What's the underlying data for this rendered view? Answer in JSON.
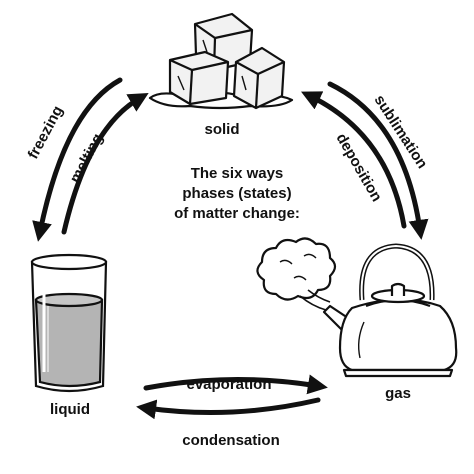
{
  "title": {
    "line1": "The six ways",
    "line2": "phases (states)",
    "line3": "of matter change:"
  },
  "states": {
    "solid": "solid",
    "liquid": "liquid",
    "gas": "gas"
  },
  "transitions": {
    "freezing": "freezing",
    "melting": "melting",
    "sublimation": "sublimation",
    "deposition": "deposition",
    "evaporation": "evaporation",
    "condensation": "condensation"
  },
  "illustrations": {
    "solid": "ice-cubes-icon",
    "liquid": "glass-of-water-icon",
    "gas": "steaming-kettle-icon"
  },
  "colors": {
    "ink": "#111111",
    "water": "#b4b4b4",
    "ice": "#f2f2f2"
  }
}
